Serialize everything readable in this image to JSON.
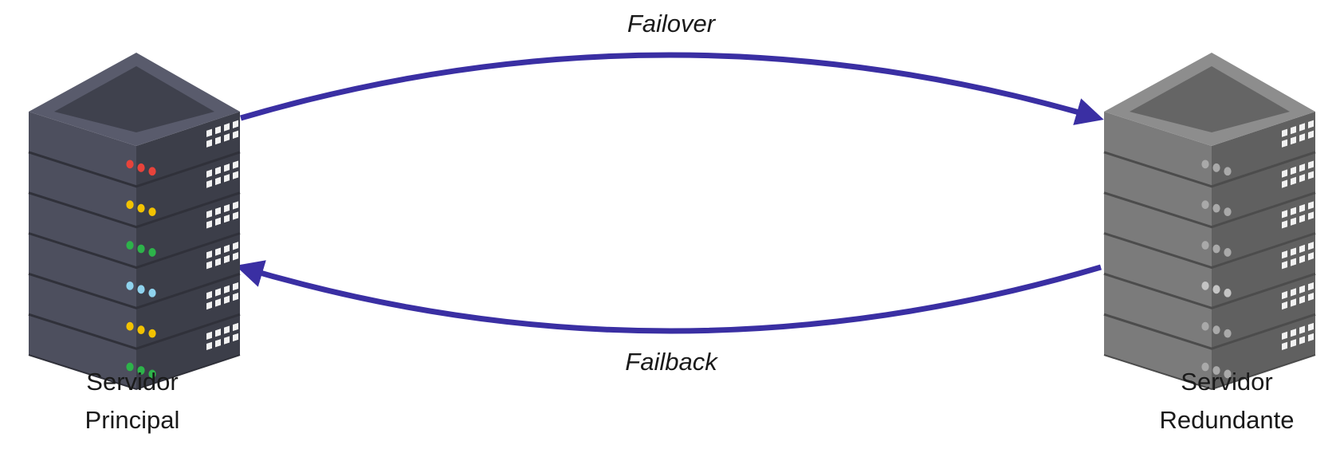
{
  "arrows": {
    "top_label": "Failover",
    "bottom_label": "Failback",
    "color": "#3a2fa3"
  },
  "servers": {
    "primary": {
      "label_line1": "Servidor",
      "label_line2": "Principal",
      "body_color": "#4d4f5e",
      "led_rows": [
        [
          "#e8433b",
          "#e8433b",
          "#e8433b"
        ],
        [
          "#f2c200",
          "#f2c200",
          "#f2c200"
        ],
        [
          "#2db34a",
          "#2db34a",
          "#2db34a"
        ],
        [
          "#8fd3ee",
          "#8fd3ee",
          "#8fd3ee"
        ],
        [
          "#f2c200",
          "#f2c200",
          "#f2c200"
        ],
        [
          "#2db34a",
          "#2db34a",
          "#2db34a"
        ]
      ]
    },
    "redundant": {
      "label_line1": "Servidor",
      "label_line2": "Redundante",
      "body_color": "#7b7b7b",
      "led_rows": [
        [
          "#a9a9a9",
          "#a9a9a9",
          "#a9a9a9"
        ],
        [
          "#a9a9a9",
          "#a9a9a9",
          "#a9a9a9"
        ],
        [
          "#a9a9a9",
          "#a9a9a9",
          "#a9a9a9"
        ],
        [
          "#c4c4c4",
          "#c4c4c4",
          "#c4c4c4"
        ],
        [
          "#a9a9a9",
          "#a9a9a9",
          "#a9a9a9"
        ],
        [
          "#a9a9a9",
          "#a9a9a9",
          "#a9a9a9"
        ]
      ]
    }
  }
}
